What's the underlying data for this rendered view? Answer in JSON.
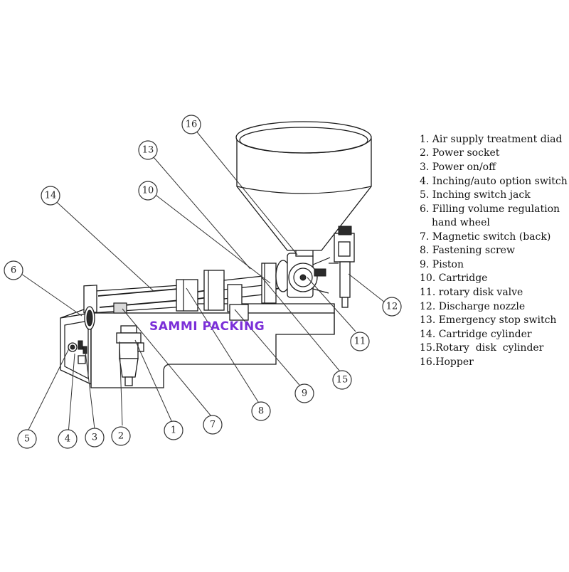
{
  "watermark": "SAMMI PACKING",
  "colors": {
    "watermark": "#7b2fd8",
    "line": "#1a1a1a",
    "background": "#ffffff"
  },
  "callouts": [
    "1",
    "2",
    "3",
    "4",
    "5",
    "6",
    "7",
    "8",
    "9",
    "10",
    "11",
    "12",
    "13",
    "14",
    "15",
    "16"
  ],
  "legend": [
    "1. Air supply treatment diad",
    "2. Power socket",
    "3. Power on/off",
    "4. Inching/auto option switch",
    "5. Inching switch jack",
    "6. Filling volume regulation",
    "hand wheel",
    "7. Magnetic switch (back)",
    "8. Fastening screw",
    "9. Piston",
    "10. Cartridge",
    "11. rotary disk valve",
    "12. Discharge nozzle",
    "13. Emergency stop switch",
    "14. Cartridge cylinder",
    "15.Rotary  disk  cylinder",
    "16.Hopper"
  ]
}
